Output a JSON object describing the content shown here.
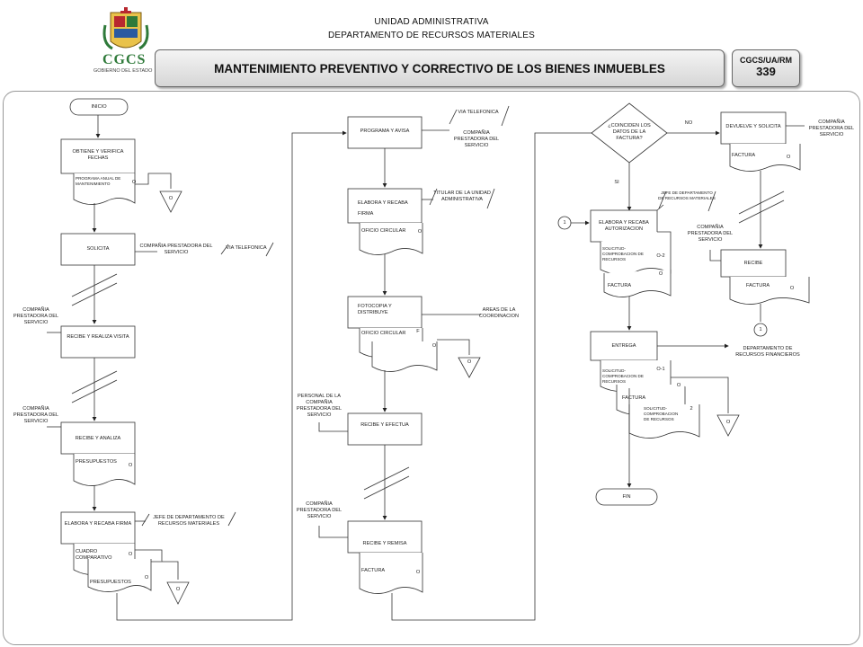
{
  "header": {
    "unit": "UNIDAD ADMINISTRATIVA",
    "department": "DEPARTAMENTO DE RECURSOS MATERIALES",
    "title": "MANTENIMIENTO PREVENTIVO Y CORRECTIVO DE LOS BIENES INMUEBLES",
    "code": "CGCS/UA/RM",
    "number": "339"
  },
  "logo": {
    "acronym": "CGCS",
    "caption": "GOBIERNO DEL ESTADO",
    "colors": [
      "#b8282f",
      "#2f7a3a",
      "#e0b020",
      "#2a5aa0"
    ]
  },
  "col1": {
    "start": "INICIO",
    "verify": "OBTIENE Y VERIFICA FECHAS",
    "program_doc": "PROGRAMA ANUAL DE MANTENIMIENTO",
    "o1": "O",
    "o2": "O",
    "request": "SOLICITA",
    "company1": "COMPAÑIA PRESTADORA DEL SERVICIO",
    "phone1": "VIA TELEFONICA",
    "company2": "COMPAÑIA PRESTADORA DEL SERVICIO",
    "receive_visit": "RECIBE Y REALIZA VISITA",
    "company3": "COMPAÑIA PRESTADORA DEL SERVICIO",
    "receive_analyze": "RECIBE Y ANALIZA",
    "budgets1": "PRESUPUESTOS",
    "o3": "O",
    "prepare_sign": "ELABORA Y RECABA FIRMA",
    "head_dept": "JEFE DE DEPARTAMENTO DE RECURSOS MATERIALES",
    "comparative": "CUADRO COMPARATIVO",
    "budgets2": "PRESUPUESTOS",
    "o4": "O",
    "o5": "O",
    "o6": "O"
  },
  "col2": {
    "program_notify": "PROGRAMA Y AVISA",
    "phone2": "VIA TELEFONICA",
    "company4": "COMPAÑIA PRESTADORA DEL SERVICIO",
    "prepare_sign2": "ELABORA Y RECABA FIRMA",
    "titular": "TITULAR DE LA UNIDAD ADMINISTRATIVA",
    "circular1": "OFICIO CIRCULAR",
    "o7": "O",
    "copy_distribute": "FOTOCOPIA Y DISTRIBUYE",
    "areas": "AREAS DE LA COORDINACION",
    "circular2": "OFICIO CIRCULAR",
    "f": "F",
    "o8": "O",
    "o9": "O",
    "staff": "PERSONAL DE LA COMPAÑIA PRESTADORA DEL SERVICIO",
    "receive_execute": "RECIBE Y EFECTUA",
    "company5": "COMPAÑIA PRESTADORA DEL SERVICIO",
    "receive_send": "RECIBE Y REMISA",
    "invoice1": "FACTURA",
    "o10": "O"
  },
  "col3": {
    "question": "¿COINCIDEN LOS DATOS DE LA FACTURA?",
    "no": "NO",
    "yes": "SI",
    "returns": "DEVUELVE Y SOLICITA",
    "company6": "COMPAÑIA PRESTADORA DEL SERVICIO",
    "invoice2": "FACTURA",
    "o11": "O",
    "head_dept2": "JEFE DE DEPARTAMENTO DE RECURSOS MATERIALES",
    "connector": "1",
    "prepare_auth": "ELABORA Y RECABA AUTORIZACION",
    "request_doc": "SOLICITUD- COMPROBACION DE RECURSOS",
    "o2_label": "O-2",
    "o12": "O",
    "invoice3": "FACTURA",
    "company7": "COMPAÑIA PRESTADORA DEL SERVICIO",
    "receive": "RECIBE",
    "invoice4": "FACTURA",
    "o13": "O",
    "connector2": "1",
    "delivers": "ENTREGA",
    "finance": "DEPARTAMENTO DE RECURSOS FINANCIEROS",
    "request_doc2": "SOLICITUD- COMPROBACION DE RECURSOS",
    "o1_label": "O-1",
    "o14": "O",
    "invoice5": "FACTURA",
    "request_doc3": "SOLICITUD- COMPROBACION DE RECURSOS",
    "two": "2",
    "o15": "O",
    "end": "FIN"
  }
}
